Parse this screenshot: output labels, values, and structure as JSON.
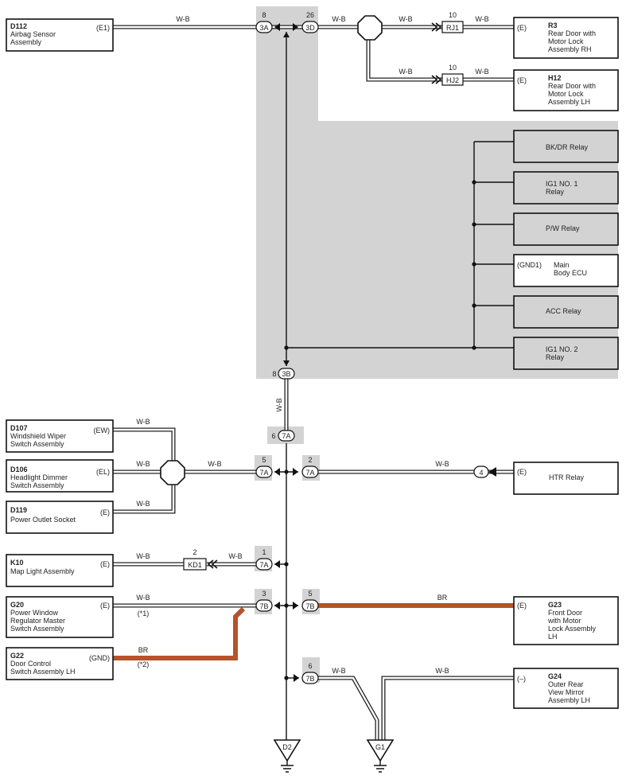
{
  "wire_colors": {
    "w_b": "W-B",
    "br": "BR",
    "br_hex": "#b5532a",
    "shade_hex": "#d3d3d3"
  },
  "components": {
    "d112": {
      "code": "D112",
      "name": [
        "Airbag Sensor",
        "Assembly"
      ],
      "terminal": "(E1)"
    },
    "r3": {
      "code": "R3",
      "name": [
        "Rear Door with",
        "Motor Lock",
        "Assembly RH"
      ],
      "terminal": "(E)"
    },
    "h12": {
      "code": "H12",
      "name": [
        "Rear Door with",
        "Motor Lock",
        "Assembly LH"
      ],
      "terminal": "(E)"
    },
    "bkdr": {
      "name": [
        "BK/DR Relay"
      ]
    },
    "ig1no1": {
      "name": [
        "IG1 NO. 1",
        "Relay"
      ]
    },
    "pw": {
      "name": [
        "P/W Relay"
      ]
    },
    "mainbody": {
      "name": [
        "Main",
        "Body ECU"
      ],
      "terminal": "(GND1)"
    },
    "acc": {
      "name": [
        "ACC Relay"
      ]
    },
    "ig1no2": {
      "name": [
        "IG1 NO. 2",
        "Relay"
      ]
    },
    "d107": {
      "code": "D107",
      "name": [
        "Windshield Wiper",
        "Switch Assembly"
      ],
      "terminal": "(EW)"
    },
    "d106": {
      "code": "D106",
      "name": [
        "Headlight Dimmer",
        "Switch Assembly"
      ],
      "terminal": "(EL)"
    },
    "d119": {
      "code": "D119",
      "name": [
        "Power Outlet Socket"
      ],
      "terminal": "(E)"
    },
    "htr": {
      "name": [
        "HTR Relay"
      ],
      "terminal": "(E)"
    },
    "k10": {
      "code": "K10",
      "name": [
        "Map Light Assembly"
      ],
      "terminal": "(E)"
    },
    "g20": {
      "code": "G20",
      "name": [
        "Power Window",
        "Regulator Master",
        "Switch Assembly"
      ],
      "terminal": "(E)",
      "note": "(*1)"
    },
    "g23": {
      "code": "G23",
      "name": [
        "Front Door",
        "with Motor",
        "Lock Assembly",
        "LH"
      ],
      "terminal": "(E)"
    },
    "g22": {
      "code": "G22",
      "name": [
        "Door Control",
        "Switch Assembly LH"
      ],
      "terminal": "(GND)",
      "note": "(*2)"
    },
    "g24": {
      "code": "G24",
      "name": [
        "Outer Rear",
        "View Mirror",
        "Assembly LH"
      ],
      "terminal": "(–)"
    }
  },
  "connectors": {
    "c3a": {
      "label": "3A",
      "pin": "8"
    },
    "c3d": {
      "label": "3D",
      "pin": "26"
    },
    "crj1": {
      "label": "RJ1",
      "pin": "10"
    },
    "chj2": {
      "label": "HJ2",
      "pin": "10"
    },
    "c3b": {
      "label": "3B",
      "pin": "8"
    },
    "c7a_6": {
      "label": "7A",
      "pin": "6"
    },
    "c7a_5": {
      "label": "7A",
      "pin": "5"
    },
    "c7a_2": {
      "label": "7A",
      "pin": "2"
    },
    "c4": {
      "label": "4"
    },
    "ckd1": {
      "label": "KD1",
      "pin": "2"
    },
    "c7a_1": {
      "label": "7A",
      "pin": "1"
    },
    "c7b_3": {
      "label": "7B",
      "pin": "3"
    },
    "c7b_5": {
      "label": "7B",
      "pin": "5"
    },
    "c7b_6": {
      "label": "7B",
      "pin": "6"
    }
  },
  "grounds": {
    "d2": "D2",
    "g1": "G1"
  }
}
